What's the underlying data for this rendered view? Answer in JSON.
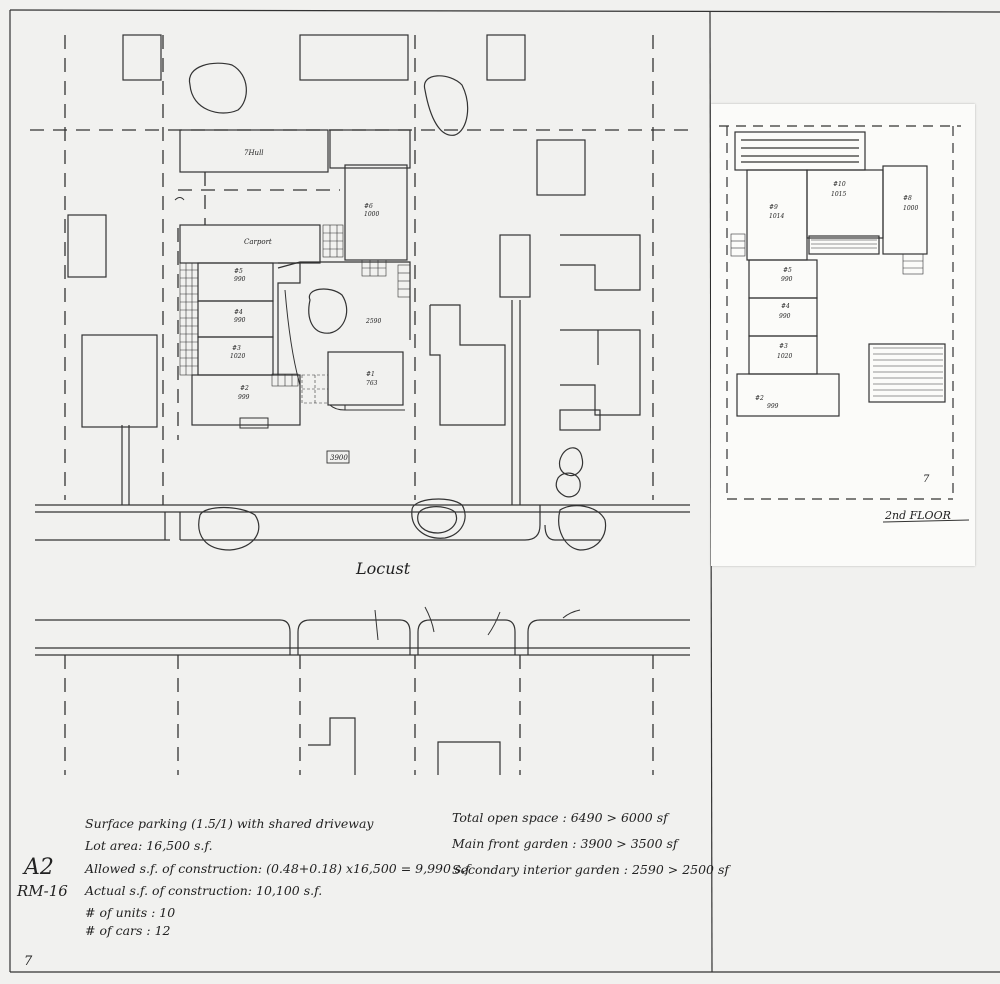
{
  "sheet": {
    "street_name": "Locust",
    "sheet_label": "A2",
    "zone": "RM-16",
    "page_number": "7",
    "front_garden_area": "3900",
    "interior_garden_area": "2590"
  },
  "site_plan": {
    "buildings": [
      {
        "label": "7Hull"
      },
      {
        "label": "Carport"
      },
      {
        "unit": "#6",
        "area": "1000"
      },
      {
        "unit": "#5",
        "area": "990"
      },
      {
        "unit": "#4",
        "area": "990"
      },
      {
        "unit": "#3",
        "area": "1020"
      },
      {
        "unit": "#2",
        "area": "999"
      },
      {
        "unit": "#1",
        "area": "763"
      }
    ]
  },
  "notes": {
    "parking": "Surface parking (1.5/1) with shared driveway",
    "lot_area": "Lot area: 16,500 s.f.",
    "allowed": "Allowed s.f. of construction: (0.48+0.18) x16,500 = 9,990 s.f",
    "actual": "Actual s.f. of construction: 10,100 s.f.",
    "units": "# of units : 10",
    "cars": "# of cars : 12",
    "open_space": "Total open space : 6490 > 6000 sf",
    "main_garden": "Main front garden : 3900 > 3500 sf",
    "secondary_garden": "Secondary interior garden : 2590 > 2500 sf"
  },
  "second_floor": {
    "title": "2nd FLOOR",
    "page_number": "7",
    "units": [
      {
        "unit": "#9",
        "area": "1014"
      },
      {
        "unit": "#10",
        "area": "1015"
      },
      {
        "unit": "#8",
        "area": "1000"
      },
      {
        "unit": "#5",
        "area": "990"
      },
      {
        "unit": "#4",
        "area": "990"
      },
      {
        "unit": "#3",
        "area": "1020"
      },
      {
        "unit": "#2",
        "area": "999"
      }
    ]
  }
}
